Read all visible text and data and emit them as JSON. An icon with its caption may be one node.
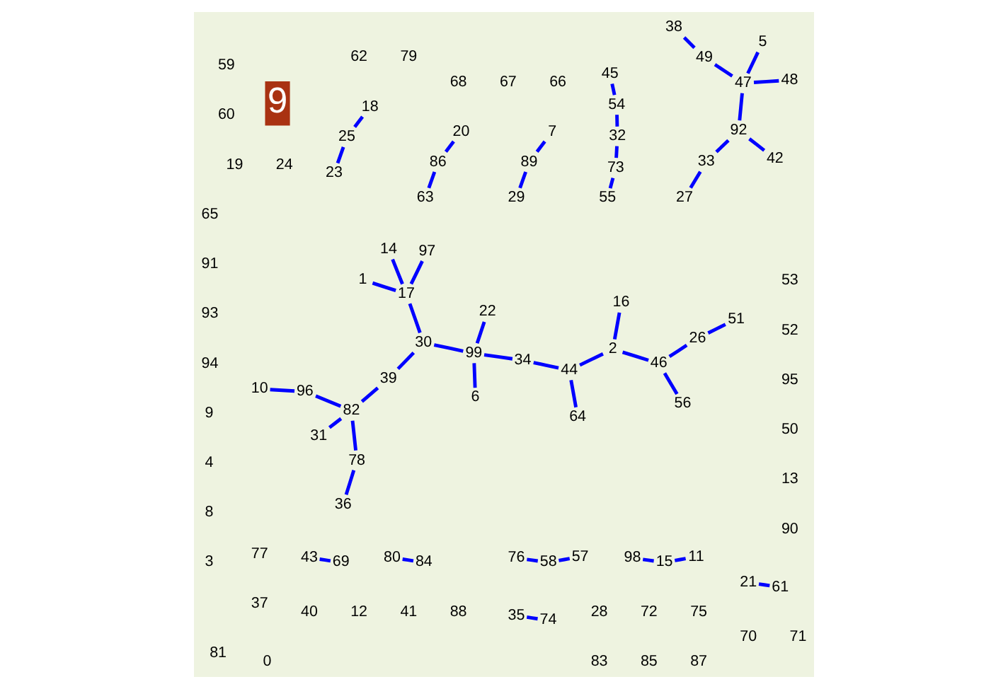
{
  "diagram": {
    "nodes": [
      {
        "text": [
          "36"
        ]
      },
      {
        "text": [
          "38"
        ]
      },
      {
        "text": [
          "55"
        ]
      },
      {
        "text": [
          "76"
        ]
      },
      {
        "text": [
          "57"
        ]
      },
      {
        "text": [
          "89"
        ]
      },
      {
        "text": [
          "86"
        ]
      },
      {
        "text": [
          "98"
        ]
      },
      {
        "text": [
          "25"
        ]
      },
      {
        "text": [
          "11"
        ]
      },
      {
        "text": [
          "18"
        ]
      },
      {
        "text": [
          "10"
        ]
      },
      {
        "text": [
          "78"
        ]
      },
      {
        "text": [
          "96"
        ]
      },
      {
        "text": [
          "82"
        ]
      },
      {
        "text": [
          "31"
        ]
      },
      {
        "text": [
          "49"
        ]
      },
      {
        "text": [
          "48"
        ]
      },
      {
        "text": [
          "47"
        ]
      },
      {
        "text": [
          "73"
        ]
      },
      {
        "text": [
          "7"
        ]
      },
      {
        "text": [
          "20"
        ]
      },
      {
        "text": [
          "5"
        ]
      },
      {
        "text": [
          "92"
        ]
      },
      {
        "text": [
          "33"
        ]
      },
      {
        "text": [
          "32"
        ]
      },
      {
        "text": [
          "45"
        ]
      },
      {
        "text": [
          "27"
        ]
      },
      {
        "text": [
          "54"
        ]
      },
      {
        "text": [
          "58"
        ]
      },
      {
        "text": [
          "29"
        ]
      },
      {
        "text": [
          "63"
        ]
      },
      {
        "text": [
          "15"
        ]
      },
      {
        "text": [
          "23"
        ]
      },
      {
        "text": [
          "39"
        ]
      },
      {
        "text": [
          "6"
        ]
      },
      {
        "text": [
          "30"
        ]
      },
      {
        "text": [
          "99"
        ]
      },
      {
        "text": [
          "64"
        ]
      },
      {
        "text": [
          "42"
        ]
      },
      {
        "text": [
          "34"
        ]
      },
      {
        "text": [
          "44"
        ]
      },
      {
        "text": [
          "51"
        ]
      },
      {
        "text": [
          "14"
        ]
      },
      {
        "text": [
          "17"
        ]
      },
      {
        "text": [
          "26"
        ]
      },
      {
        "text": [
          "22"
        ]
      },
      {
        "text": [
          "2"
        ]
      },
      {
        "text": [
          "46"
        ]
      },
      {
        "text": [
          "56"
        ]
      },
      {
        "text": [
          "1"
        ]
      },
      {
        "text": [
          "97"
        ]
      },
      {
        "text": [
          "16"
        ]
      },
      {
        "text": [
          "43"
        ]
      },
      {
        "text": [
          "80"
        ]
      },
      {
        "text": [
          "21"
        ]
      },
      {
        "text": [
          "35"
        ]
      },
      {
        "text": [
          "24"
        ]
      },
      {
        "text": [
          "28"
        ]
      },
      {
        "text": [
          "9"
        ]
      },
      {
        "text": [
          "72"
        ]
      },
      {
        "text": [
          "69"
        ]
      },
      {
        "text": [
          "84"
        ]
      },
      {
        "text": [
          "61"
        ]
      },
      {
        "text": [
          "74"
        ]
      },
      {
        "text": [
          "75"
        ]
      },
      {
        "text": [
          "77"
        ]
      },
      {
        "text": [
          "4"
        ]
      },
      {
        "text": [
          "37"
        ]
      },
      {
        "text": [
          "40"
        ]
      },
      {
        "text": [
          "12"
        ]
      },
      {
        "text": [
          "41"
        ]
      },
      {
        "text": [
          "88"
        ]
      },
      {
        "text": [
          "90"
        ]
      },
      {
        "text": [
          "13"
        ]
      },
      {
        "text": [
          "50"
        ]
      },
      {
        "text": [
          "95"
        ]
      },
      {
        "text": [
          "52"
        ]
      },
      {
        "text": [
          "53"
        ]
      },
      {
        "text": [
          "66"
        ]
      },
      {
        "text": [
          "67"
        ]
      },
      {
        "text": [
          "68"
        ]
      },
      {
        "text": [
          "70"
        ]
      },
      {
        "text": [
          "71"
        ]
      },
      {
        "text": [
          "19"
        ]
      },
      {
        "text": [
          "59"
        ]
      },
      {
        "text": [
          "60"
        ]
      },
      {
        "text": [
          "79"
        ]
      },
      {
        "text": [
          "62"
        ]
      },
      {
        "text": [
          "81"
        ]
      },
      {
        "text": [
          "83"
        ]
      },
      {
        "text": [
          "85"
        ]
      },
      {
        "text": [
          "87"
        ]
      },
      {
        "text": [
          "65"
        ]
      },
      {
        "text": [
          "8"
        ]
      },
      {
        "text": [
          "91"
        ]
      },
      {
        "text": [
          "93"
        ]
      },
      {
        "text": [
          "94"
        ]
      },
      {
        "text": [
          "3"
        ]
      },
      {
        "text": [
          "0"
        ]
      }
    ],
    "edges": [
      {
        "from": 0,
        "to": 12,
        "arrow": "none"
      },
      {
        "from": 12,
        "to": 14,
        "arrow": "none"
      },
      {
        "from": 11,
        "to": 13,
        "arrow": "none"
      },
      {
        "from": 13,
        "to": 14,
        "arrow": "none"
      },
      {
        "from": 15,
        "to": 14,
        "arrow": "none"
      },
      {
        "from": 14,
        "to": 34,
        "arrow": "none"
      },
      {
        "from": 34,
        "to": 36,
        "arrow": "none"
      },
      {
        "from": 36,
        "to": 44,
        "arrow": "none"
      },
      {
        "from": 43,
        "to": 44,
        "arrow": "none"
      },
      {
        "from": 44,
        "to": 50,
        "arrow": "none"
      },
      {
        "from": 44,
        "to": 51,
        "arrow": "none"
      },
      {
        "from": 36,
        "to": 37,
        "arrow": "none"
      },
      {
        "from": 35,
        "to": 37,
        "arrow": "none"
      },
      {
        "from": 37,
        "to": 46,
        "arrow": "none"
      },
      {
        "from": 37,
        "to": 40,
        "arrow": "none"
      },
      {
        "from": 40,
        "to": 41,
        "arrow": "none"
      },
      {
        "from": 38,
        "to": 41,
        "arrow": "none"
      },
      {
        "from": 41,
        "to": 47,
        "arrow": "none"
      },
      {
        "from": 47,
        "to": 52,
        "arrow": "none"
      },
      {
        "from": 47,
        "to": 48,
        "arrow": "none"
      },
      {
        "from": 48,
        "to": 45,
        "arrow": "none"
      },
      {
        "from": 45,
        "to": 42,
        "arrow": "none"
      },
      {
        "from": 48,
        "to": 49,
        "arrow": "none"
      },
      {
        "from": 1,
        "to": 16,
        "arrow": "none"
      },
      {
        "from": 16,
        "to": 18,
        "arrow": "none"
      },
      {
        "from": 17,
        "to": 18,
        "arrow": "none"
      },
      {
        "from": 22,
        "to": 18,
        "arrow": "none"
      },
      {
        "from": 18,
        "to": 23,
        "arrow": "none"
      },
      {
        "from": 23,
        "to": 39,
        "arrow": "none"
      },
      {
        "from": 23,
        "to": 24,
        "arrow": "none"
      },
      {
        "from": 24,
        "to": 27,
        "arrow": "none"
      },
      {
        "from": 26,
        "to": 28,
        "arrow": "none"
      },
      {
        "from": 28,
        "to": 25,
        "arrow": "none"
      },
      {
        "from": 25,
        "to": 19,
        "arrow": "none"
      },
      {
        "from": 19,
        "to": 2,
        "arrow": "none"
      },
      {
        "from": 3,
        "to": 29,
        "arrow": "none"
      },
      {
        "from": 29,
        "to": 4,
        "arrow": "none"
      },
      {
        "from": 5,
        "to": 30,
        "arrow": "none"
      },
      {
        "from": 5,
        "to": 20,
        "arrow": "none"
      },
      {
        "from": 6,
        "to": 31,
        "arrow": "none"
      },
      {
        "from": 6,
        "to": 21,
        "arrow": "none"
      },
      {
        "from": 7,
        "to": 32,
        "arrow": "none"
      },
      {
        "from": 32,
        "to": 9,
        "arrow": "none"
      },
      {
        "from": 8,
        "to": 33,
        "arrow": "none"
      },
      {
        "from": 8,
        "to": 10,
        "arrow": "none"
      },
      {
        "from": 53,
        "to": 61,
        "arrow": "none"
      },
      {
        "from": 54,
        "to": 62,
        "arrow": "none"
      },
      {
        "from": 55,
        "to": 63,
        "arrow": "none"
      },
      {
        "from": 56,
        "to": 64,
        "arrow": "none"
      }
    ],
    "labels": [
      "9"
    ]
  }
}
